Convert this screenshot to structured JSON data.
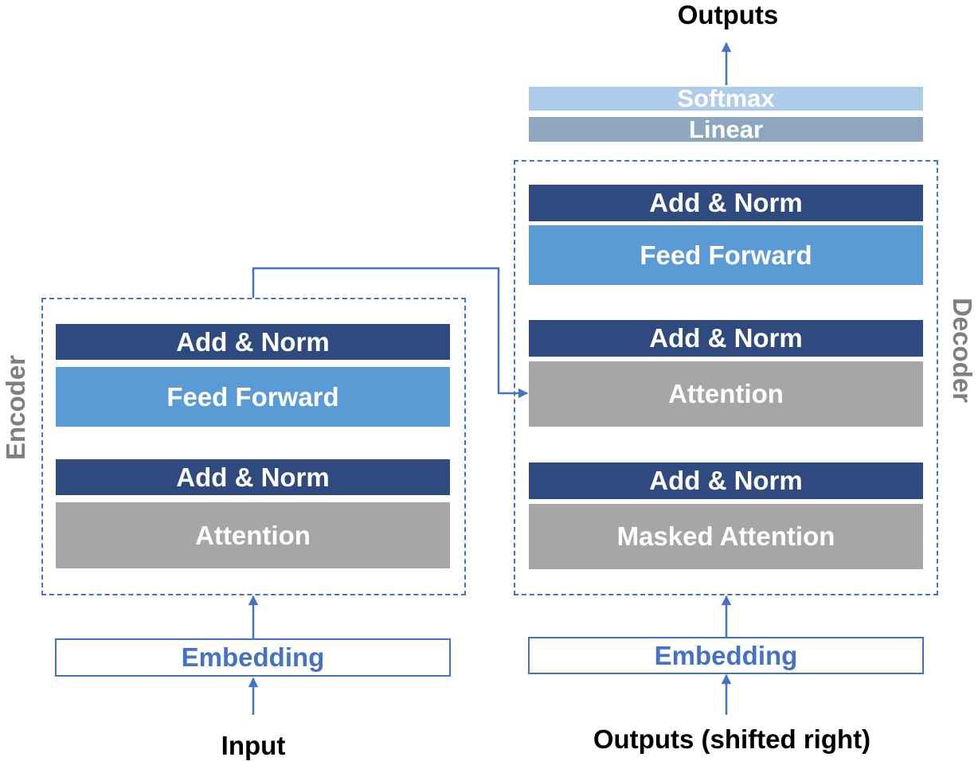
{
  "colors": {
    "add_norm": "#2f4a7e",
    "feed_forward": "#5b9bd5",
    "attention": "#a6a6a6",
    "linear": "#8ea6c0",
    "softmax": "#aecdeb",
    "accent_blue": "#4472c4",
    "side_label": "#7f7f7f"
  },
  "encoder": {
    "label": "Encoder",
    "add_norm_top": "Add & Norm",
    "feed_forward": "Feed Forward",
    "add_norm_bottom": "Add & Norm",
    "attention": "Attention",
    "embedding": "Embedding",
    "input": "Input"
  },
  "decoder": {
    "label": "Decoder",
    "add_norm_1": "Add & Norm",
    "feed_forward": "Feed Forward",
    "add_norm_2": "Add & Norm",
    "attention": "Attention",
    "add_norm_3": "Add & Norm",
    "masked_attention": "Masked Attention",
    "embedding": "Embedding",
    "input": "Outputs (shifted right)"
  },
  "head": {
    "linear": "Linear",
    "softmax": "Softmax",
    "outputs": "Outputs"
  }
}
